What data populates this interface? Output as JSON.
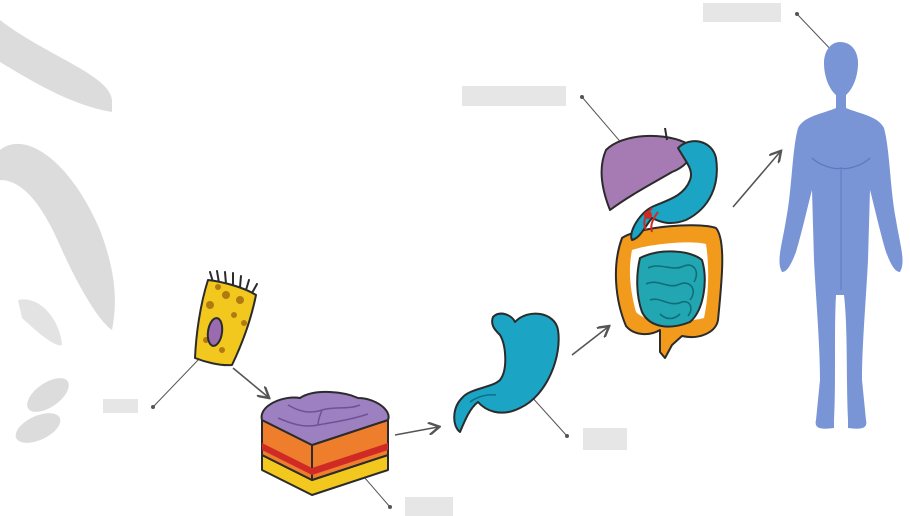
{
  "diagram": {
    "stages": [
      {
        "id": "cell",
        "label": ""
      },
      {
        "id": "tissue",
        "label": ""
      },
      {
        "id": "organ",
        "label": ""
      },
      {
        "id": "organ_system",
        "label": ""
      },
      {
        "id": "organism",
        "label": ""
      }
    ]
  },
  "colors": {
    "cell": "#f2c81f",
    "nucleus": "#9b6bb0",
    "tissue_top": "#9d80c0",
    "tissue_side": "#ee7d2c",
    "tissue_band": "#cf2b24",
    "tissue_base": "#f2c81f",
    "stomach": "#1ba4c4",
    "liver": "#a67bb4",
    "large_intestine": "#f29a1c",
    "small_intestine": "#22a6b2",
    "body": "#7a95d6",
    "label_placeholder": "#e6e6e6",
    "watermark": "#d9d9d9"
  },
  "icons": [
    "cell-icon",
    "tissue-icon",
    "stomach-icon",
    "digestive-system-icon",
    "human-body-icon"
  ]
}
